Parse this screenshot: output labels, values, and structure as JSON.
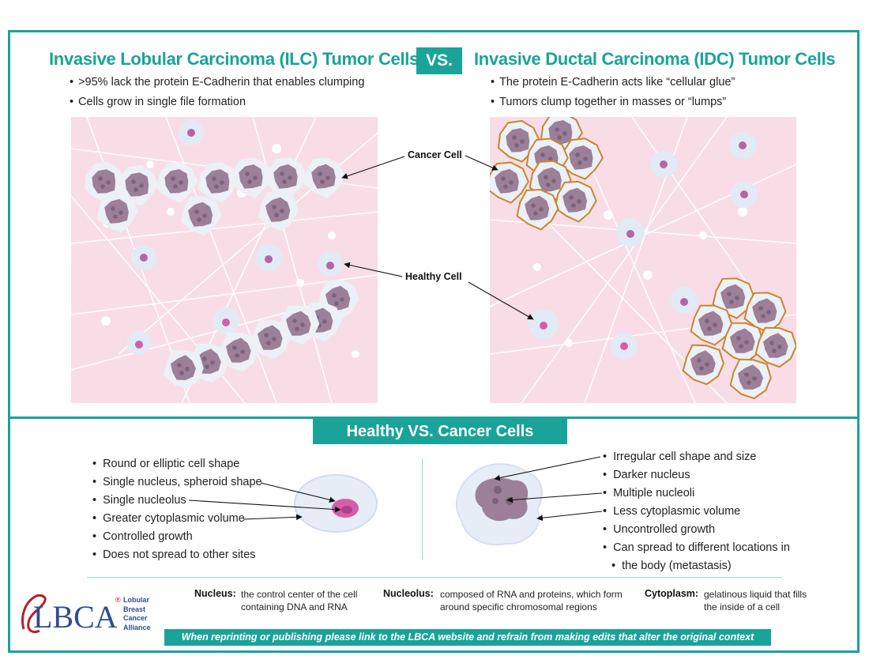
{
  "header": {
    "left_title": "Invasive Lobular Carcinoma (ILC) Tumor Cells",
    "vs_label": "VS.",
    "right_title": "Invasive Ductal Carcinoma (IDC) Tumor Cells",
    "left_bullets": [
      ">95% lack the protein E-Cadherin that enables clumping",
      "Cells grow in single file formation"
    ],
    "right_bullets": [
      "The protein E-Cadherin acts like “cellular glue”",
      "Tumors clump together in masses or “lumps”"
    ]
  },
  "callouts": {
    "cancer_cell": "Cancer Cell",
    "healthy_cell": "Healthy Cell"
  },
  "comparison": {
    "title": "Healthy VS. Cancer Cells",
    "healthy_traits": [
      "Round or elliptic cell shape",
      "Single nucleus, spheroid shape",
      "Single nucleolus",
      "Greater cytoplasmic volume",
      "Controlled growth",
      "Does not spread to other sites"
    ],
    "cancer_traits": [
      "Irregular cell shape and size",
      "Darker nucleus",
      "Multiple nucleoli",
      "Less cytoplasmic volume",
      "Uncontrolled growth",
      "Can spread to different locations in",
      "the body (metastasis)"
    ]
  },
  "definitions": {
    "nucleus_term": "Nucleus:",
    "nucleus_def": [
      "the control center of the cell",
      "containing DNA and RNA"
    ],
    "nucleolus_term": "Nucleolus:",
    "nucleolus_def": [
      "composed of RNA and proteins, which form",
      "around specific chromosomal regions"
    ],
    "cytoplasm_term": "Cytoplasm:",
    "cytoplasm_def": [
      "gelatinous liquid that fills",
      "the inside of a cell"
    ]
  },
  "footer": {
    "notice": "When reprinting or publishing please link to the LBCA website and refrain from making edits that alter the original context"
  },
  "logo": {
    "mark": "LBCA",
    "registered": "®",
    "name_lines": [
      "Lobular",
      "Breast",
      "Cancer",
      "Alliance"
    ]
  },
  "colors": {
    "teal": "#1aa399",
    "panel_pink": "#f8dde6",
    "cancer_cell": "#9c7f98",
    "healthy_nucleus": "#d45fa8",
    "logo_red": "#b3222b",
    "logo_blue": "#2e4d8f"
  }
}
